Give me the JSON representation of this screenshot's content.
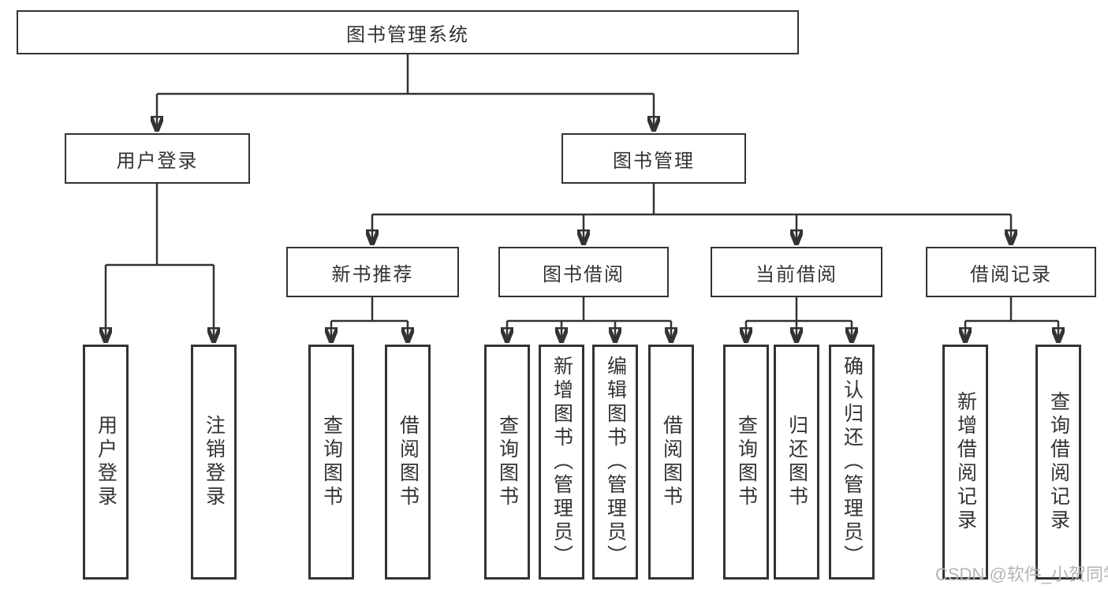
{
  "diagram": {
    "root": {
      "label": "图书管理系统"
    },
    "level1": {
      "user_login": {
        "label": "用户登录"
      },
      "book_mgmt": {
        "label": "图书管理"
      }
    },
    "level2": {
      "new_book_rec": {
        "label": "新书推荐"
      },
      "book_borrow": {
        "label": "图书借阅"
      },
      "current_borrow": {
        "label": "当前借阅"
      },
      "borrow_records": {
        "label": "借阅记录"
      }
    },
    "leaves": {
      "user_login": {
        "label": "用户登录"
      },
      "logout": {
        "label": "注销登录"
      },
      "nbr_query_books": {
        "label": "查询图书"
      },
      "nbr_borrow_books": {
        "label": "借阅图书"
      },
      "bb_query_books": {
        "label": "查询图书"
      },
      "bb_add_books": {
        "label": "新增图书（管理员）"
      },
      "bb_edit_books": {
        "label": "编辑图书（管理员）"
      },
      "bb_borrow_books": {
        "label": "借阅图书"
      },
      "cb_query_books": {
        "label": "查询图书"
      },
      "cb_return_books": {
        "label": "归还图书"
      },
      "cb_confirm_return": {
        "label": "确认归还（管理员）"
      },
      "br_add_record": {
        "label": "新增借阅记录"
      },
      "br_query_record": {
        "label": "查询借阅记录"
      }
    }
  },
  "watermark": {
    "text": "CSDN @软件_小贺同学"
  },
  "colors": {
    "line": "#333333",
    "border": "#333333",
    "text": "#333333",
    "box_background": "#ffffff",
    "background": "#ffffff",
    "watermark": "#b4b4b4"
  }
}
